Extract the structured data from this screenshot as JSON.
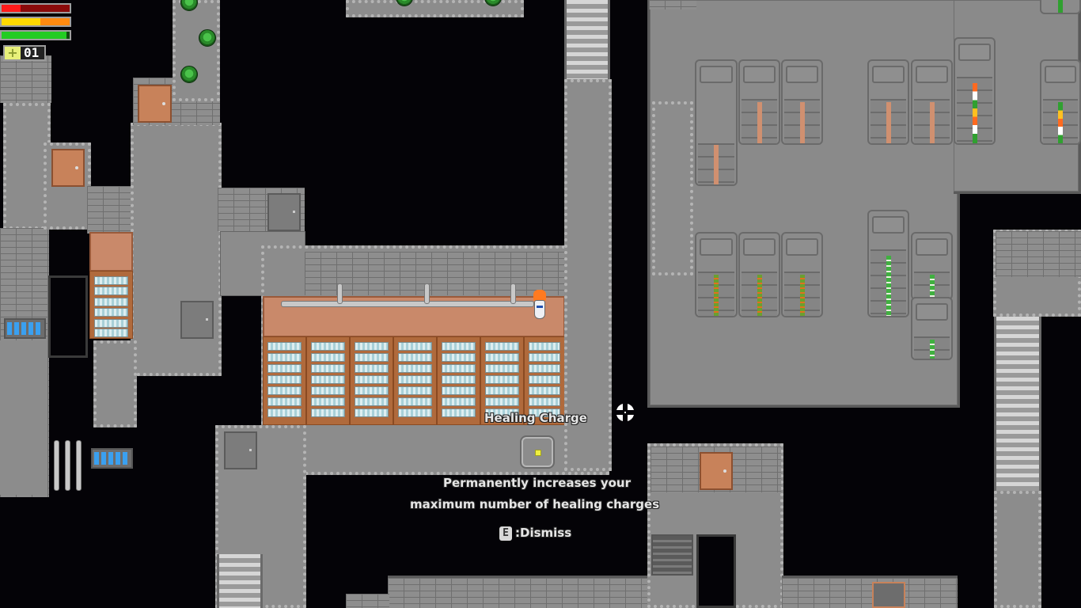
{
  "hud": {
    "health_bar": {
      "fill_pct": 28,
      "fill_color": "#ff1a1a",
      "bg_color": "#8a0a0a"
    },
    "stamina_bar": {
      "fill_pct": 57,
      "fill_color": "#ffd800",
      "bg_color": "#ff8a10"
    },
    "energy_bar": {
      "fill_pct": 95,
      "fill_color": "#22cc22",
      "bg_color": "#104a10"
    },
    "healing_charges": {
      "icon": "plus-icon",
      "count": "01"
    }
  },
  "pickup_popup": {
    "title": "Healing Charge",
    "description_line1": "Permanently increases your",
    "description_line2": "maximum number of healing charges",
    "dismiss_key": "E",
    "dismiss_label": ":Dismiss",
    "item_icon": "healing-charge-icon"
  },
  "cursor": {
    "icon": "crosshair-icon"
  },
  "player": {
    "hair_color": "#ff7a20",
    "outfit": "white-blue"
  },
  "world": {
    "enemies": [
      "green-slime",
      "green-slime",
      "green-slime",
      "green-slime",
      "green-slime"
    ],
    "tanks_top_row_tube_colors": [
      "#d09070",
      "#d09070",
      "#d09070",
      "#d09070",
      "#d09070",
      "multicolor",
      "multicolor"
    ],
    "tanks_bottom_row_tube_colors": [
      "#6aa030",
      "#6aa030",
      "#6aa030",
      "#40b040",
      "#40b040",
      "#40b040"
    ],
    "colors": {
      "void": "#040307",
      "floor": "#8a8a8a",
      "wall_edge": "#5a5a5a",
      "door": "#c8825a",
      "shelf": "#b06a3c",
      "vent_light": "#3aa0f0"
    }
  }
}
